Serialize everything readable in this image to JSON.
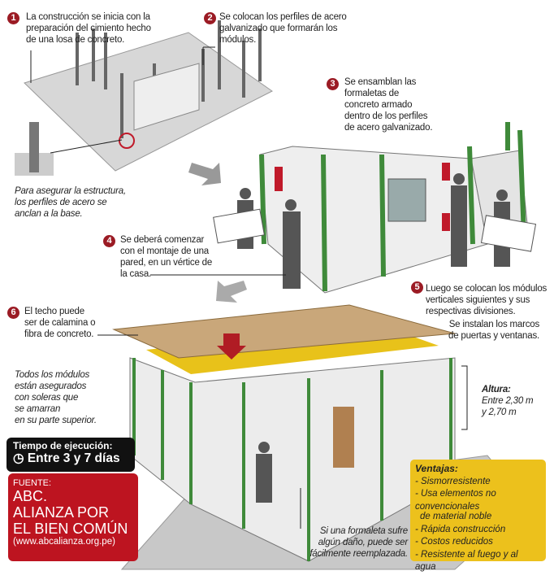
{
  "steps": [
    {
      "number": "1",
      "lines": [
        "La construcción se inicia con la",
        "preparación del cimiento hecho",
        "de una losa de concreto."
      ]
    },
    {
      "number": "2",
      "lines": [
        "Se colocan los perfiles de acero",
        "galvanizado que formarán los",
        "módulos."
      ]
    },
    {
      "number": "3",
      "lines": [
        "Se ensamblan las",
        "formaletas de",
        "concreto armado",
        "dentro de los perfiles",
        "de acero galvanizado."
      ]
    },
    {
      "number": "4",
      "lines": [
        "Se deberá comenzar",
        "con el montaje de una",
        "pared, en un vértice de",
        "la casa."
      ]
    },
    {
      "number": "5",
      "lines": [
        "Luego se colocan los módulos",
        "verticales siguientes y sus",
        "respectivas divisiones."
      ]
    },
    {
      "number": "6",
      "lines": [
        "El techo puede",
        "ser de calamina o",
        "fibra de concreto."
      ]
    }
  ],
  "notes": {
    "anchor": [
      "Para asegurar la estructura,",
      "los perfiles de acero se",
      "anclan a la base."
    ],
    "frames": [
      "Se instalan los marcos",
      "de puertas y ventanas."
    ],
    "modules": [
      "Todos los módulos",
      "están asegurados",
      "con soleras que",
      "se amarran",
      "en su parte superior."
    ],
    "height_title": "Altura:",
    "height": [
      "Entre 2,30 m",
      "y 2,70 m"
    ],
    "replace": [
      "Si una formaleta sufre",
      "algún daño, puede ser",
      "fácilmente reemplazada."
    ]
  },
  "time": {
    "label": "Tiempo de ejecución:",
    "value": "Entre 3 y 7 días",
    "icon": "clock-icon"
  },
  "source": {
    "label": "FUENTE:",
    "lines": [
      "ABC.",
      "ALIANZA POR",
      "EL BIEN COMÚN"
    ],
    "url": "(www.abcalianza.org.pe)"
  },
  "advantages": {
    "title": "Ventajas:",
    "items": [
      "- Sismorresistente",
      "- Usa elementos no convencionales",
      "  de material noble",
      "- Rápida construcción",
      "- Costos reducidos",
      "- Resistente al fuego y al agua"
    ]
  },
  "colors": {
    "badge": "#9b1b24",
    "source_bg": "#bd1420",
    "advantages_bg": "#ecc11c",
    "steel": "#3f8a3a",
    "roof": "#c9a77a"
  }
}
